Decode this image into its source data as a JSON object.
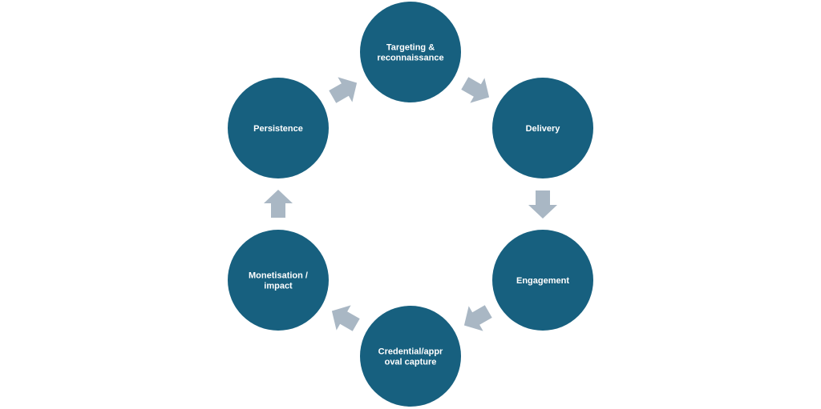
{
  "diagram": {
    "type": "cycle",
    "colors": {
      "node_fill": "#17607F",
      "arrow_fill": "#A9B7C4",
      "text": "#FFFFFF",
      "background": "#FFFFFF"
    },
    "nodes": [
      {
        "id": "targeting",
        "lines": [
          "Targeting &",
          "reconnaissance"
        ]
      },
      {
        "id": "delivery",
        "lines": [
          "Delivery"
        ]
      },
      {
        "id": "engagement",
        "lines": [
          "Engagement"
        ]
      },
      {
        "id": "credential",
        "lines": [
          "Credential/appr",
          "oval capture"
        ]
      },
      {
        "id": "monetisation",
        "lines": [
          "Monetisation /",
          "impact"
        ]
      },
      {
        "id": "persistence",
        "lines": [
          "Persistence"
        ]
      }
    ],
    "edges": [
      {
        "from": "targeting",
        "to": "delivery"
      },
      {
        "from": "delivery",
        "to": "engagement"
      },
      {
        "from": "engagement",
        "to": "credential"
      },
      {
        "from": "credential",
        "to": "monetisation"
      },
      {
        "from": "monetisation",
        "to": "persistence"
      },
      {
        "from": "persistence",
        "to": "targeting"
      }
    ]
  }
}
